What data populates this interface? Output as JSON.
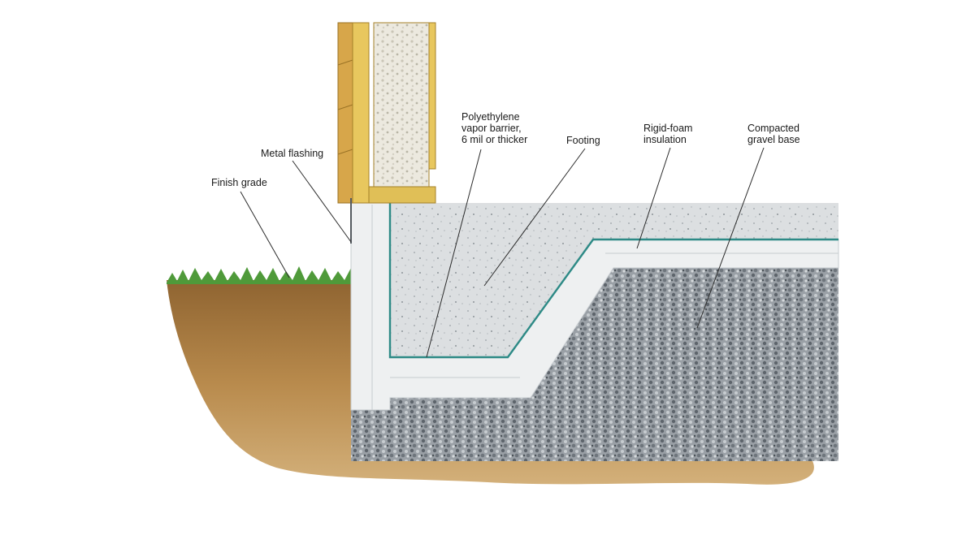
{
  "labels": {
    "finish_grade": "Finish grade",
    "metal_flashing": "Metal flashing",
    "vapor_barrier": [
      "Polyethylene",
      "vapor barrier,",
      "6 mil or thicker"
    ],
    "footing": "Footing",
    "rigid_foam": [
      "Rigid-foam",
      "insulation"
    ],
    "gravel_base": [
      "Compacted",
      "gravel base"
    ]
  },
  "colors": {
    "soil": "#b98a4a",
    "soil_dark": "#8a5f2a",
    "grass": "#4f9a3a",
    "concrete": "#dfe2e4",
    "foam": "#eef0f1",
    "gravel": "#8e959b",
    "vapor_barrier": "#2d8a86",
    "wood": "#e0bf57",
    "stud_fill": "#e7e4da"
  }
}
